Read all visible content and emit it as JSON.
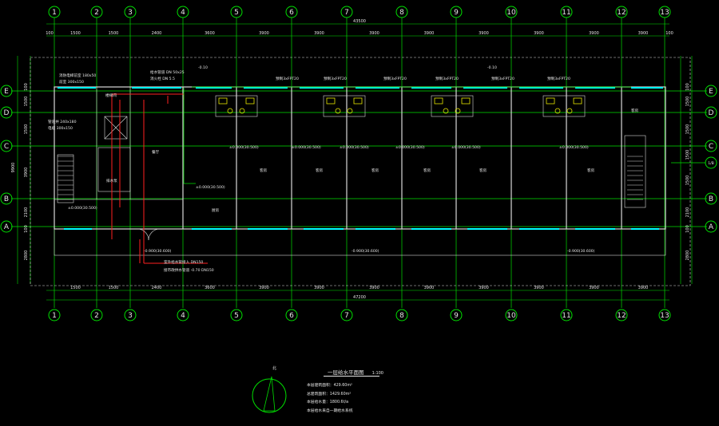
{
  "axes_v": [
    "1",
    "2",
    "3",
    "4",
    "5",
    "6",
    "7",
    "8",
    "9",
    "10",
    "11",
    "12",
    "13"
  ],
  "axes_h": [
    "E",
    "D",
    "C",
    "B",
    "A"
  ],
  "axis_1_9": "1/B",
  "dims_top": [
    "1500",
    "1500",
    "2400",
    "3600",
    "3900",
    "3900",
    "3900",
    "3900",
    "3900",
    "3900",
    "3900",
    "3900"
  ],
  "dims_bottom": [
    "1500",
    "1500",
    "2400",
    "3600",
    "3900",
    "3900",
    "3900",
    "3900",
    "3900",
    "3900",
    "3900",
    "3900"
  ],
  "dim_total_top": "43500",
  "dim_total_bottom": "47200",
  "dims_left_outer": "9900",
  "dims_left": [
    "100",
    "1500",
    "1500",
    "3900",
    "2100",
    "100",
    "2800"
  ],
  "dims_right": [
    "100",
    "1500",
    "1500",
    "1500",
    "1500",
    "2100",
    "100",
    "2800"
  ],
  "dim_offset_left": "100",
  "dim_offset_right": "100",
  "elevations_room": [
    "±0.000(30.500)",
    "±0.000(30.500)",
    "±0.000(30.500)",
    "±0.000(30.500)",
    "±0.000(30.500)",
    "±0.000(30.500)"
  ],
  "elev_top_left": "±0.000(30.500)",
  "elev_left_room": "±0.000(30.500)",
  "elev_mid_room": "±0.000(30.500)",
  "elev_ext_1": "-0.900(30.600)",
  "elev_ext_2": "-0.900(30.600)",
  "elev_ext_3": "-0.900(30.600)",
  "elev_top_1": "-0.10",
  "elev_top_2": "-0.10",
  "fpt_labels": [
    "预制3xFPT20",
    "预制3xFPT20",
    "预制3xFPT20",
    "预制3xFPT20",
    "预制3xFPT20",
    "预制3xFPT20"
  ],
  "room_labels": [
    "餐厅",
    "客房",
    "客房",
    "客房",
    "客房",
    "客房",
    "客房"
  ],
  "room_big": "客房",
  "note_stair": "消防电梯前室 180x50",
  "note_stair_2": "前室 300x150",
  "note_shaft": "管道井 240x180",
  "note_shaft_2": "电缆 300x150",
  "note_pipe": "给水管道 DN 50x25",
  "note_pipe_2": "消火栓 DN 5.5",
  "note_pump": "排水泵",
  "note_kitchen": "厨房",
  "note_hall": "楼梯间",
  "note_out_1": "室外给水管接入 DN150",
  "note_out_2": "接市政供水管道 -0.70 DN150",
  "title": "一层给水平面图",
  "scale": "1:100",
  "north_label": "北",
  "notes": [
    "本层建筑面积：429.60m²",
    "总建筑面积：1429.60m²",
    "本层给水量：1800.6t/a",
    "本层给水来自一期给水系统"
  ],
  "colors": {
    "axis": "#00e000",
    "wall": "#d8d8d8",
    "pipe": "#ff2020",
    "window": "#00ffff",
    "fixture": "#e8e800"
  }
}
